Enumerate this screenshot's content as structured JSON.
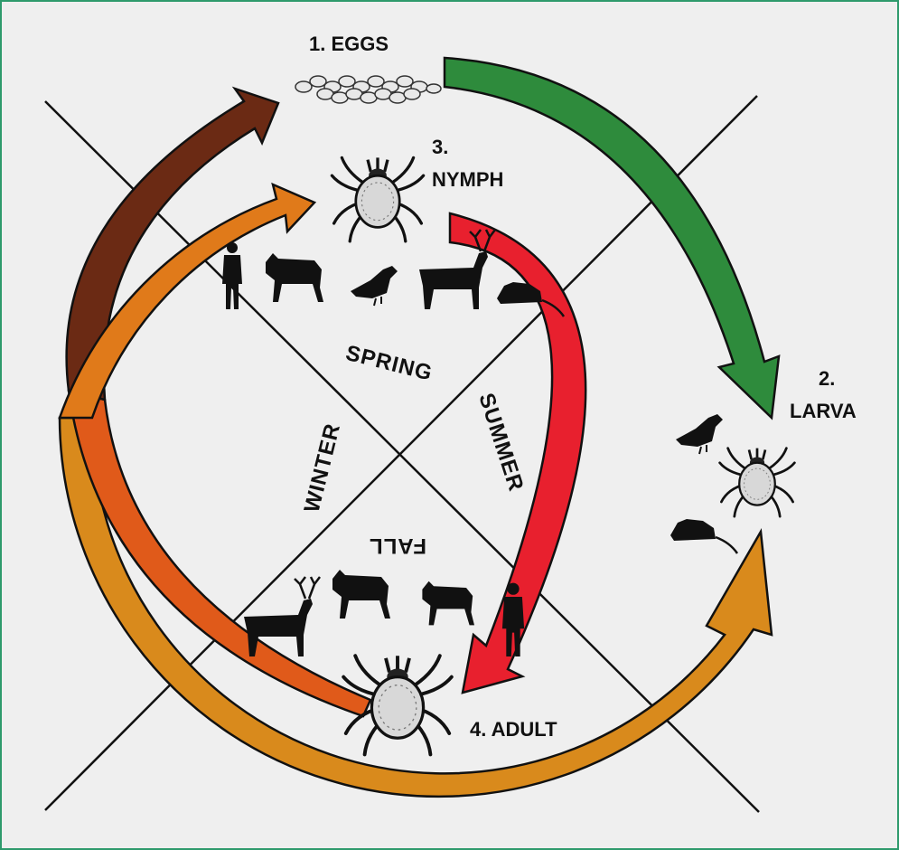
{
  "stages": {
    "eggs": "1. EGGS",
    "larva_num": "2.",
    "larva": "LARVA",
    "nymph_num": "3.",
    "nymph": "NYMPH",
    "adult": "4. ADULT"
  },
  "seasons": {
    "spring": "SPRING",
    "summer": "SUMMER",
    "fall": "FALL",
    "winter": "WINTER"
  },
  "colors": {
    "background": "#efefef",
    "border": "#2e9a6c",
    "eggs_to_larva_arrow": "#2e8b3c",
    "larva_to_adult_arrow": "#d98a1c",
    "nymph_to_adult_arrow": "#e8202e",
    "adult_to_eggs_arrow": "#6b2a14",
    "adult_to_nymph_arrow": "#e07a1a"
  },
  "icons": {
    "eggs": "egg-cluster-icon",
    "tick": "tick-icon",
    "hosts": [
      "person-icon",
      "dog-icon",
      "bird-icon",
      "deer-icon",
      "mouse-icon"
    ]
  }
}
